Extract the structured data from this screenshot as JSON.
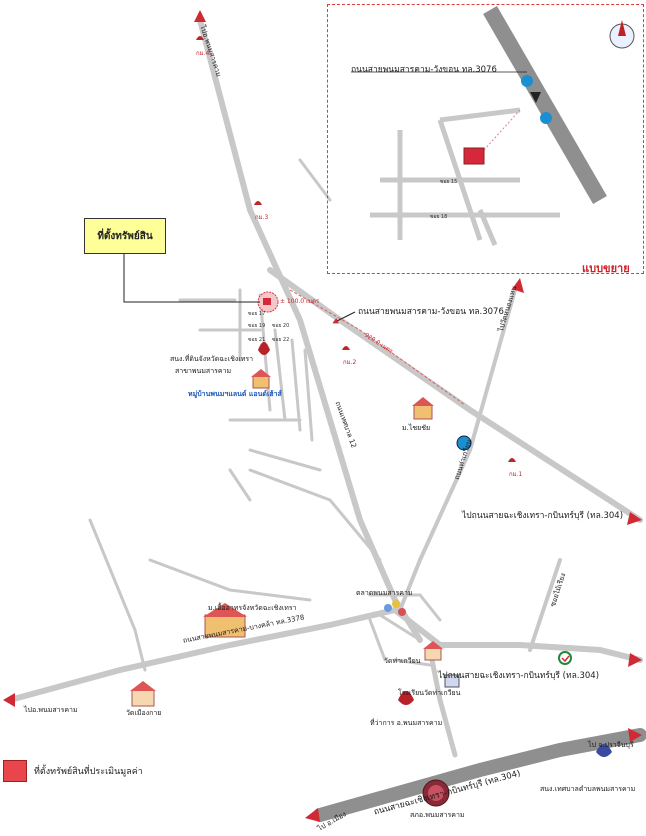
{
  "title_box": "ที่ตั้งทรัพย์สิน",
  "enlarged_label": "แบบขยาย",
  "legend_text": "ที่ตั้งทรัพย์สินที่ประเมินมูลค่า",
  "labels": {
    "road_inset": "ถนนสายพนมสารคาม-วังขอน ทล.3076",
    "road_main": "ถนนสายพนมสารคาม-วังขอน ทล.3076",
    "road_bangkla": "ถนนสายพนมสารคาม-บางคล้า ทล.3378",
    "road_bottom": "ถนนสายฉะเชิงเทรา-กบินทร์บุรี (ทล.304)",
    "road_12": "ถนนเทศบาล 12",
    "road_khadkhu": "ถนนท่าเกวียน",
    "to_304_top": "ไปถนนสายฉะเชิงเทรา-กบินทร์บุรี (ทล.304)",
    "to_304_mid": "ไปถนนสายฉะเชิงเทรา-กบินทร์บุรี (ทล.304)",
    "to_phanom": "ไปอ.พนมสารคาม",
    "to_prachin": "ไป จ.ปราจีนบุรี",
    "to_amphoe": "ไป อ.เมือง",
    "to_top": "ไปอ.พนมสารคาม",
    "to_right": "ไปวัดหนองแหน",
    "to_right2": "ซอยไม้เรียง",
    "km1": "กม.1",
    "km2": "กม.2",
    "km3": "กม.3",
    "km4": "กม.4",
    "dist_100": "± 100.0 เมตร",
    "dist_920": "920.0 เมตร",
    "soi_17": "ซอย 17",
    "soi_19": "ซอย 19",
    "soi_20": "ซอย 20",
    "soi_21": "ซอย 21",
    "soi_22": "ซอย 22",
    "soi_15": "ซอย 15",
    "soi_18": "ซอย 18",
    "bank1": "สนง.ที่ดินจังหวัดฉะเชิงเทรา",
    "bank2": "สาขาพนมสารคาม",
    "village": "หมู่บ้านพนมฯแลนด์ แอนด์เฮ้าส์",
    "school": "ม.ไชยชัย",
    "market": "ตลาดพนมสารคาม",
    "hospital": "ม.เอื้ออาทรจังหวัดฉะเชิงเทรา",
    "wat_tha": "วัดท่าเกวียน",
    "school2": "โรงเรียนวัดท่าเกวียน",
    "district": "ที่ว่าการ อ.พนมสารคาม",
    "wat_mueang": "วัดเมืองกาย",
    "police": "สภอ.พนมสารคาม",
    "municipal": "สนง.เทศบาลตำบลพนมสารคาม"
  }
}
